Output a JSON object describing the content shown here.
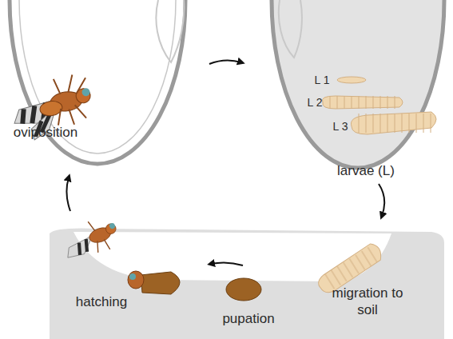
{
  "diagram": {
    "labels": [
      "oviposition",
      "L 1",
      "L 2",
      "L 3",
      "larvae (L)",
      "migration to soil",
      "hatching",
      "pupation"
    ]
  }
}
